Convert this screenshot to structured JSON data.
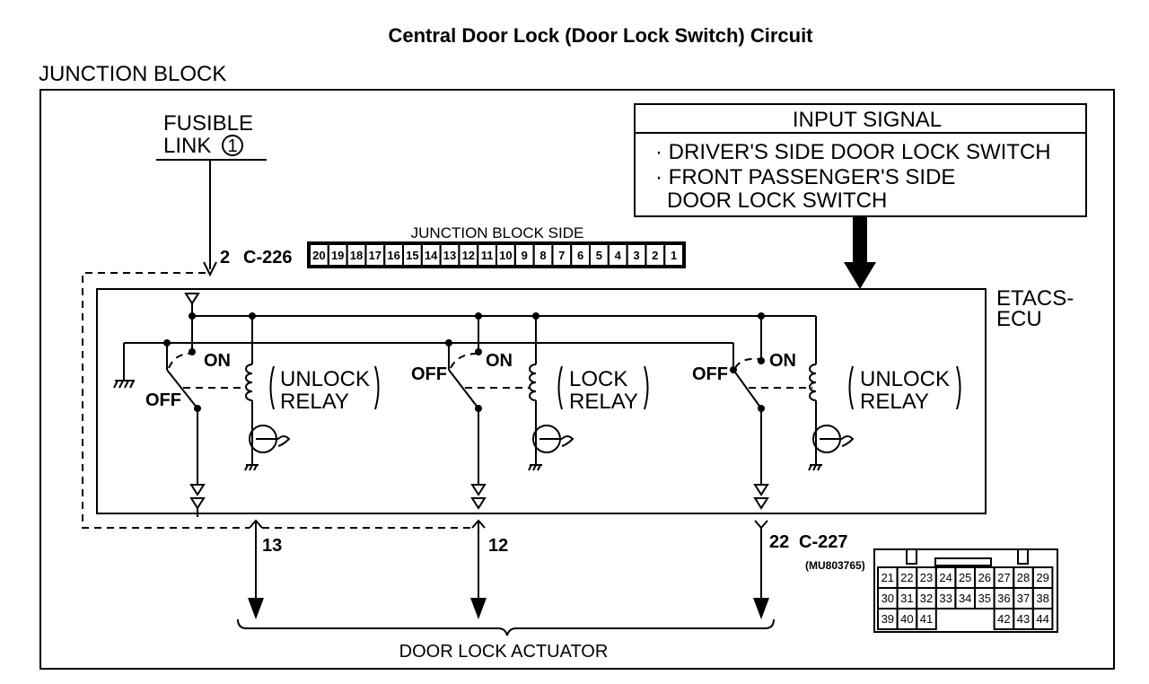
{
  "title": "Central Door Lock (Door Lock Switch) Circuit",
  "junction_block": {
    "label": "JUNCTION BLOCK",
    "fusible_link": {
      "line1": "FUSIBLE",
      "line2": "LINK",
      "number": "1"
    },
    "connector_c226": {
      "pin": "2",
      "name": "C-226",
      "side_label": "JUNCTION BLOCK SIDE",
      "pins": [
        "20",
        "19",
        "18",
        "17",
        "16",
        "15",
        "14",
        "13",
        "12",
        "11",
        "10",
        "9",
        "8",
        "7",
        "6",
        "5",
        "4",
        "3",
        "2",
        "1"
      ]
    }
  },
  "input_signal": {
    "header": "INPUT SIGNAL",
    "items": [
      "· DRIVER'S SIDE DOOR LOCK SWITCH",
      "· FRONT PASSENGER'S SIDE",
      "DOOR LOCK SWITCH"
    ]
  },
  "ecu": {
    "line1": "ETACS-",
    "line2": "ECU"
  },
  "relays": [
    {
      "off": "OFF",
      "on": "ON",
      "name_line1": "UNLOCK",
      "name_line2": "RELAY"
    },
    {
      "off": "OFF",
      "on": "ON",
      "name_line1": "LOCK",
      "name_line2": "RELAY"
    },
    {
      "off": "OFF",
      "on": "ON",
      "name_line1": "UNLOCK",
      "name_line2": "RELAY"
    }
  ],
  "outputs": {
    "pin_13": "13",
    "pin_12": "12",
    "pin_22": "22",
    "connector_c227": "C-227",
    "part_number": "(MU803765)"
  },
  "connector_c227_pins": {
    "row1": [
      "21",
      "22",
      "23",
      "24",
      "25",
      "26",
      "27",
      "28",
      "29"
    ],
    "row2": [
      "30",
      "31",
      "32",
      "33",
      "34",
      "35",
      "36",
      "37",
      "38"
    ],
    "row3": [
      "39",
      "40",
      "41",
      "",
      "",
      "",
      "42",
      "43",
      "44"
    ]
  },
  "actuator_label": "DOOR LOCK ACTUATOR"
}
